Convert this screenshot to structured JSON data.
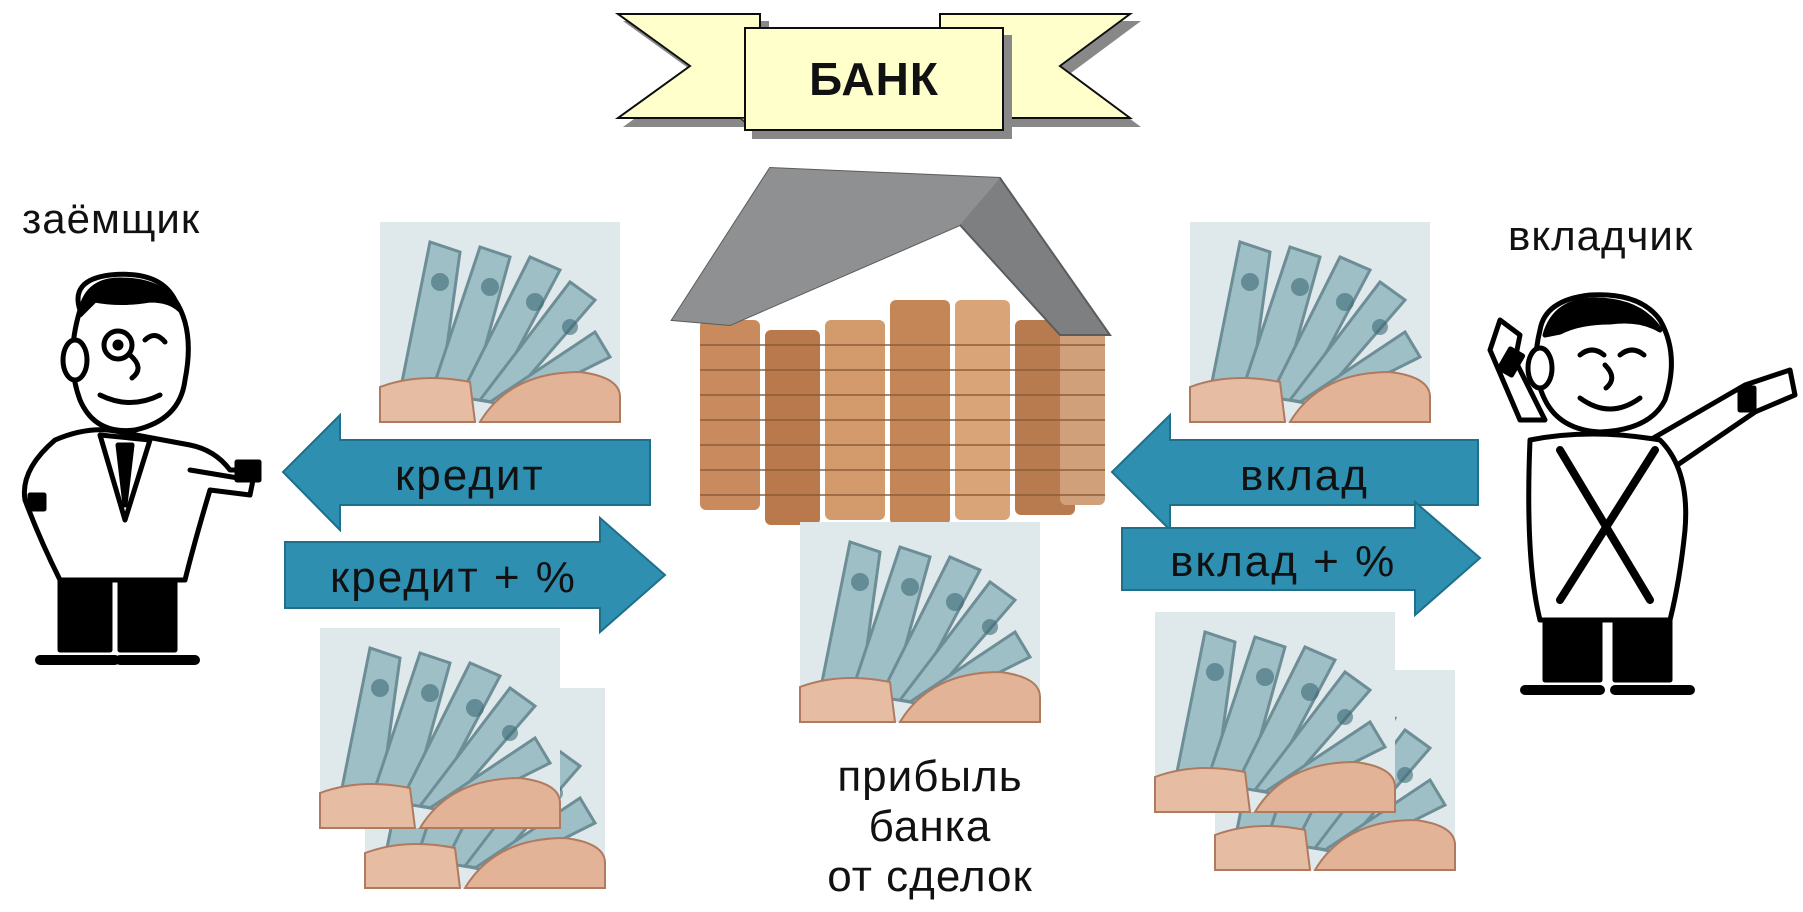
{
  "title": {
    "text": "БАНК"
  },
  "borrower": {
    "label": "заёмщик"
  },
  "depositor": {
    "label": "вкладчик"
  },
  "arrows": {
    "credit": "кредит",
    "credit_plus": "кредит + %",
    "deposit": "вклад",
    "deposit_plus": "вклад + %"
  },
  "profit": {
    "line1": "прибыль",
    "line2": "банка",
    "line3": "от сделок"
  },
  "colors": {
    "banner_fill": "#ffffcc",
    "arrow_fill": "#2e8fb0",
    "arrow_stroke": "#1f6f8a"
  },
  "icons": {
    "bank_house": "house-of-coins-icon",
    "money": "ruble-banknotes-in-hand-icon",
    "borrower": "worried-man-cartoon-icon",
    "depositor": "happy-man-cartoon-icon"
  }
}
